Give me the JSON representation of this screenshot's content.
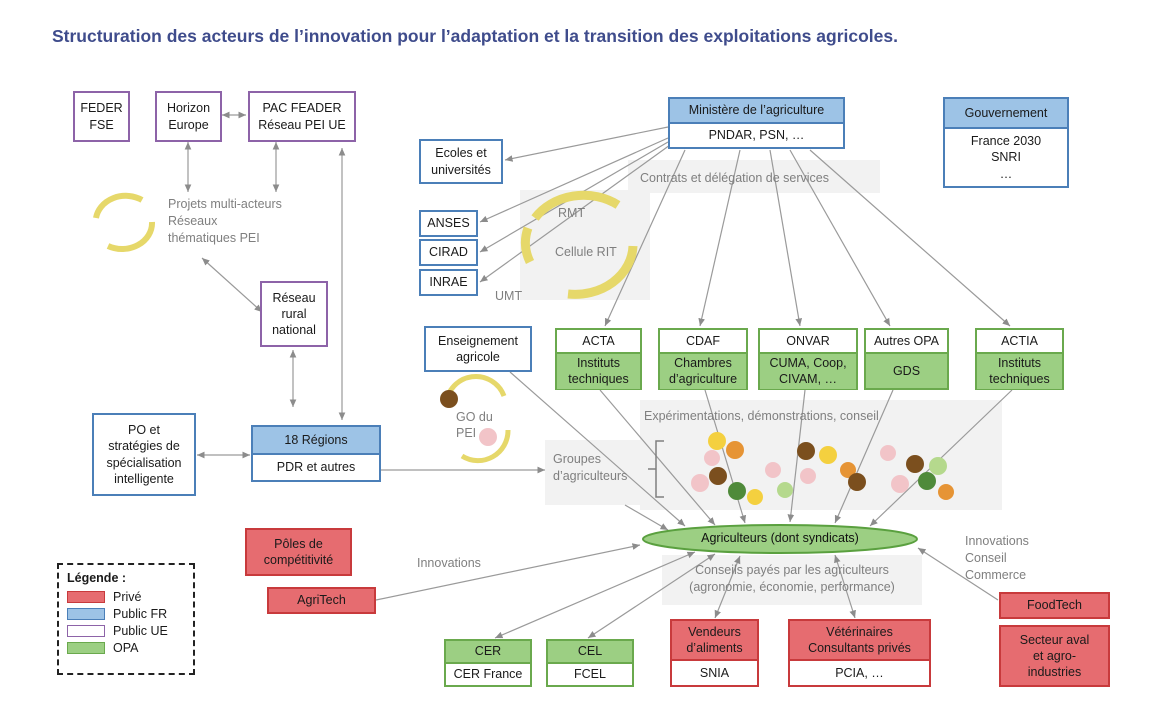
{
  "title": "Structuration des acteurs de l’innovation pour l’adaptation et la transition des exploitations agricoles.",
  "colors": {
    "prive": "#e66c70",
    "public_fr": "#9dc3e6",
    "public_ue": "#ffffff",
    "opa": "#9ccf83",
    "title": "#3f4c8c"
  },
  "eu": {
    "feder": [
      "FEDER",
      "FSE"
    ],
    "horizon": [
      "Horizon",
      "Europe"
    ],
    "pac": [
      "PAC FEADER",
      "Réseau PEI UE"
    ]
  },
  "projets": [
    "Projets multi-acteurs",
    "Réseaux",
    "thématiques PEI"
  ],
  "reseau_rural": [
    "Réseau",
    "rural",
    "national"
  ],
  "po": [
    "PO et",
    "stratégies de",
    "spécialisation",
    "intelligente"
  ],
  "regions": {
    "title": "18 Régions",
    "sub": "PDR et autres"
  },
  "ministere": {
    "title": "Ministère de l’agriculture",
    "sub": "PNDAR, PSN, …"
  },
  "gouvernement": {
    "title": "Gouvernement",
    "lines": [
      "France 2030",
      "SNRI",
      "…"
    ]
  },
  "ecoles": [
    "Ecoles et",
    "universités"
  ],
  "anses": "ANSES",
  "cirad": "CIRAD",
  "inrae": "INRAE",
  "rmt": "RMT",
  "cellule_rit": "Cellule RIT",
  "umt": "UMT",
  "contrats": "Contrats et délégation de services",
  "enseignement": [
    "Enseignement",
    "agricole"
  ],
  "acta": {
    "title": "ACTA",
    "sub": [
      "Instituts",
      "techniques"
    ]
  },
  "cdaf": {
    "title": "CDAF",
    "sub": [
      "Chambres",
      "d’agriculture"
    ]
  },
  "onvar": {
    "title": "ONVAR",
    "sub": [
      "CUMA, Coop,",
      "CIVAM, …"
    ]
  },
  "autres_opa": {
    "title": "Autres OPA",
    "sub": [
      "GDS"
    ]
  },
  "actia": {
    "title": "ACTIA",
    "sub": [
      "Instituts",
      "techniques"
    ]
  },
  "go_pei": [
    "GO du",
    "PEI"
  ],
  "experimentations": "Expérimentations, démonstrations, conseil",
  "groupes": [
    "Groupes",
    "d’agriculteurs"
  ],
  "agriculteurs": "Agriculteurs (dont syndicats)",
  "conseils": [
    "Conseils payés par les agriculteurs",
    "(agronomie, économie, performance)"
  ],
  "innovations_left": "Innovations",
  "innovations_right": [
    "Innovations",
    "Conseil",
    "Commerce"
  ],
  "poles": [
    "Pôles de",
    "compétitivité"
  ],
  "agritech": "AgriTech",
  "foodtech": "FoodTech",
  "secteur_aval": [
    "Secteur aval",
    "et agro-",
    "industries"
  ],
  "cer": {
    "title": "CER",
    "sub": "CER France"
  },
  "cel": {
    "title": "CEL",
    "sub": "FCEL"
  },
  "vendeurs": {
    "title": [
      "Vendeurs",
      "d’aliments"
    ],
    "sub": "SNIA"
  },
  "veterinaires": {
    "title": [
      "Vétérinaires",
      "Consultants privés"
    ],
    "sub": "PCIA, …"
  },
  "legend": {
    "title": "Légende :",
    "items": [
      {
        "label": "Privé",
        "color": "#e66c70"
      },
      {
        "label": "Public FR",
        "color": "#9dc3e6"
      },
      {
        "label": "Public UE",
        "color": "#ffffff"
      },
      {
        "label": "OPA",
        "color": "#9ccf83"
      }
    ]
  }
}
